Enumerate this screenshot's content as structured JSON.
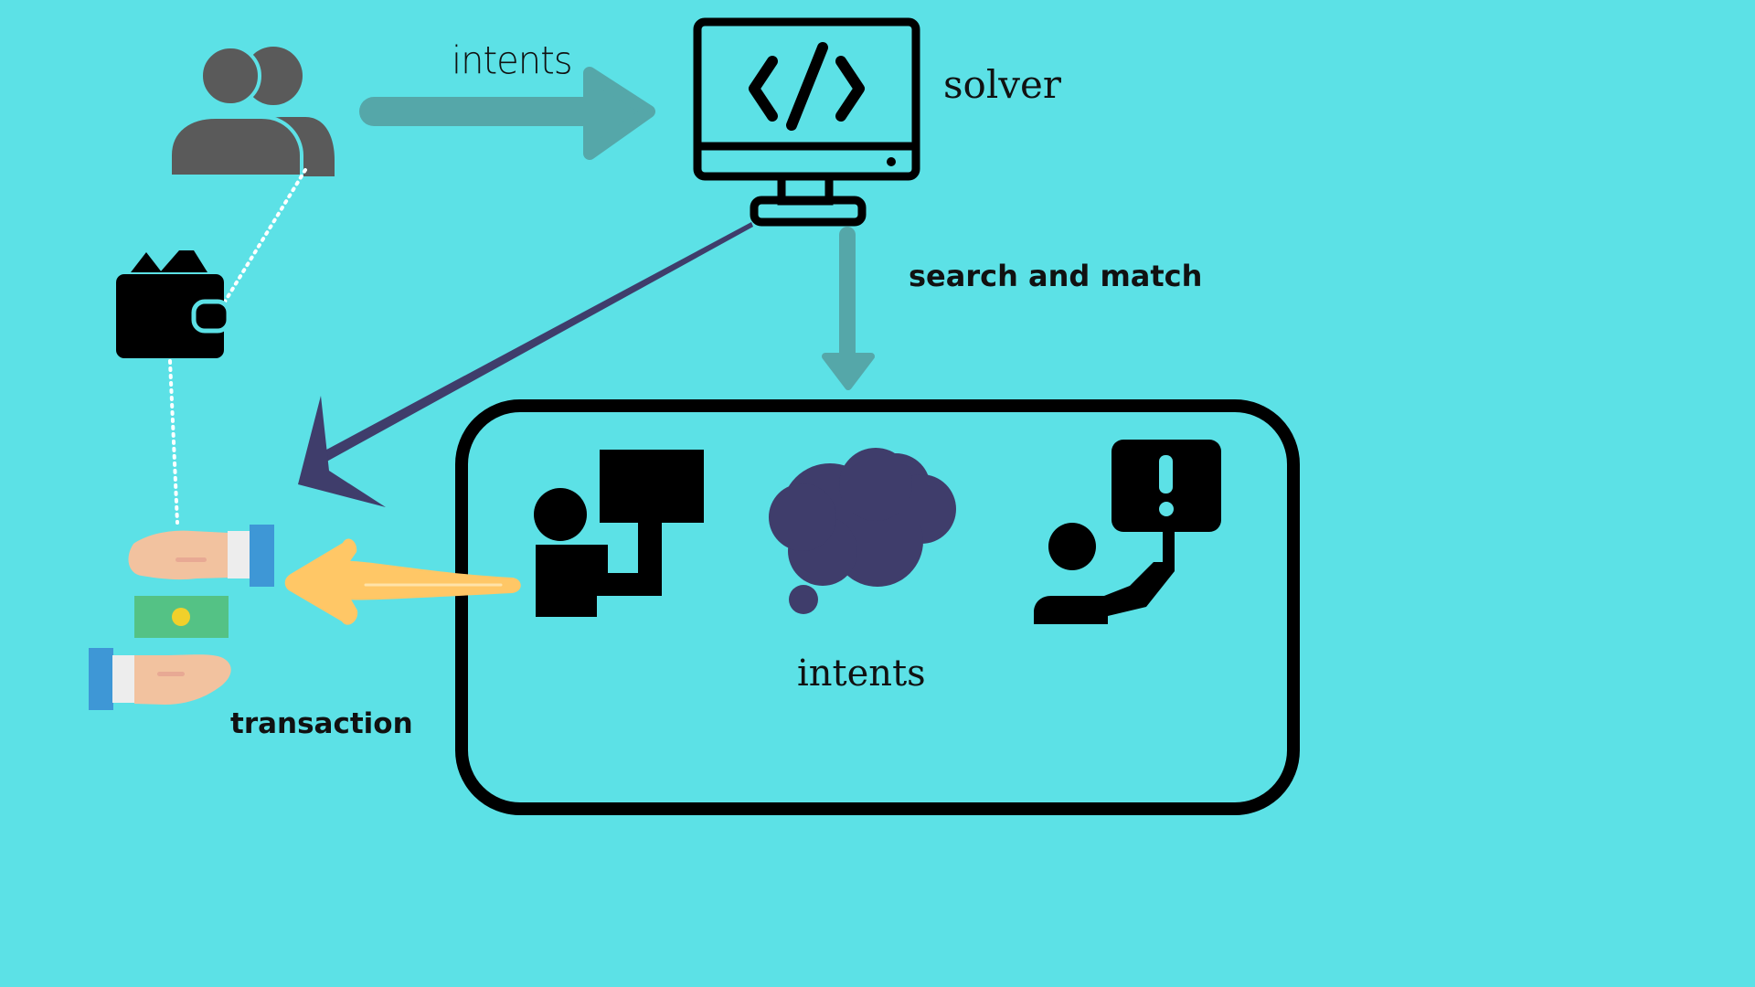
{
  "labels": {
    "intents_arrow": "intents",
    "solver": "solver",
    "search_and_match": "search and match",
    "intents_group": "intents",
    "transaction": "transaction"
  },
  "colors": {
    "background": "#5CE1E6",
    "user_icon": "#5A5A5A",
    "teal_arrow": "#55A7A9",
    "purple_arrow": "#3F3D6B",
    "yellow_arrow": "#FFC766",
    "black": "#000000"
  },
  "icons": [
    "users-icon",
    "wallet-icon",
    "computer-code-icon",
    "presenter-board-icon",
    "thought-cloud-icon",
    "person-alert-sign-icon",
    "hands-money-exchange-icon"
  ]
}
